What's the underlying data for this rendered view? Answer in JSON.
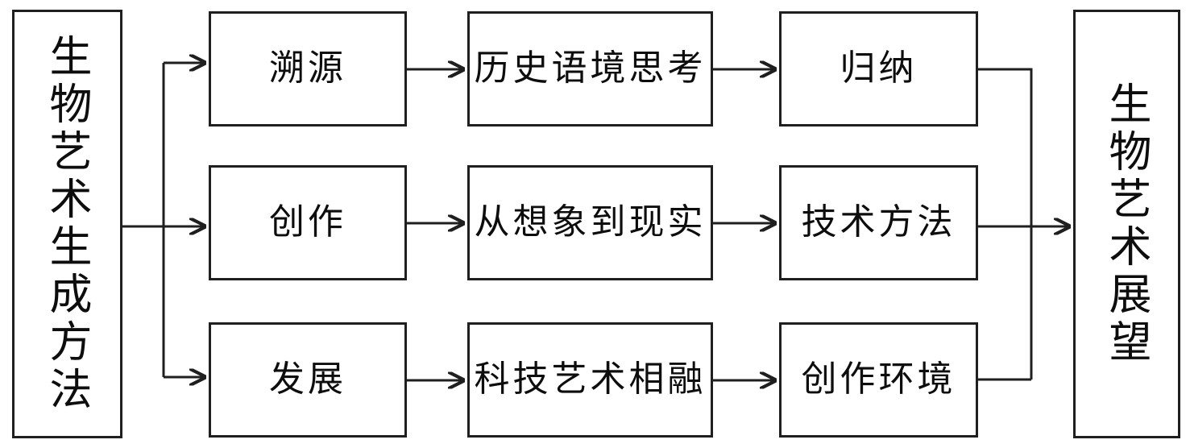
{
  "diagram": {
    "title_source": "生物艺术生成方法",
    "title_dest": "生物艺术展望",
    "type": "flowchart",
    "orientation": "left-to-right",
    "line_color": "#1f1f1f",
    "text_color": "#0d0d0d",
    "background_color": "#ffffff",
    "source_node": {
      "label": "生物艺术生成方法",
      "writing_mode": "vertical"
    },
    "dest_node": {
      "label": "生物艺术展望",
      "writing_mode": "vertical"
    },
    "rows": [
      {
        "row_id": "row-1",
        "stage": "溯源",
        "middle": "历史语境思考",
        "outcome": "归纳"
      },
      {
        "row_id": "row-2",
        "stage": "创作",
        "middle": "从想象到现实",
        "outcome": "技术方法"
      },
      {
        "row_id": "row-3",
        "stage": "发展",
        "middle": "科技艺术相融",
        "outcome": "创作环境"
      }
    ],
    "connectors": {
      "split_label": "fan-out-from-source",
      "merge_label": "fan-in-to-destination",
      "arrow_style": "open-arrowhead"
    }
  }
}
